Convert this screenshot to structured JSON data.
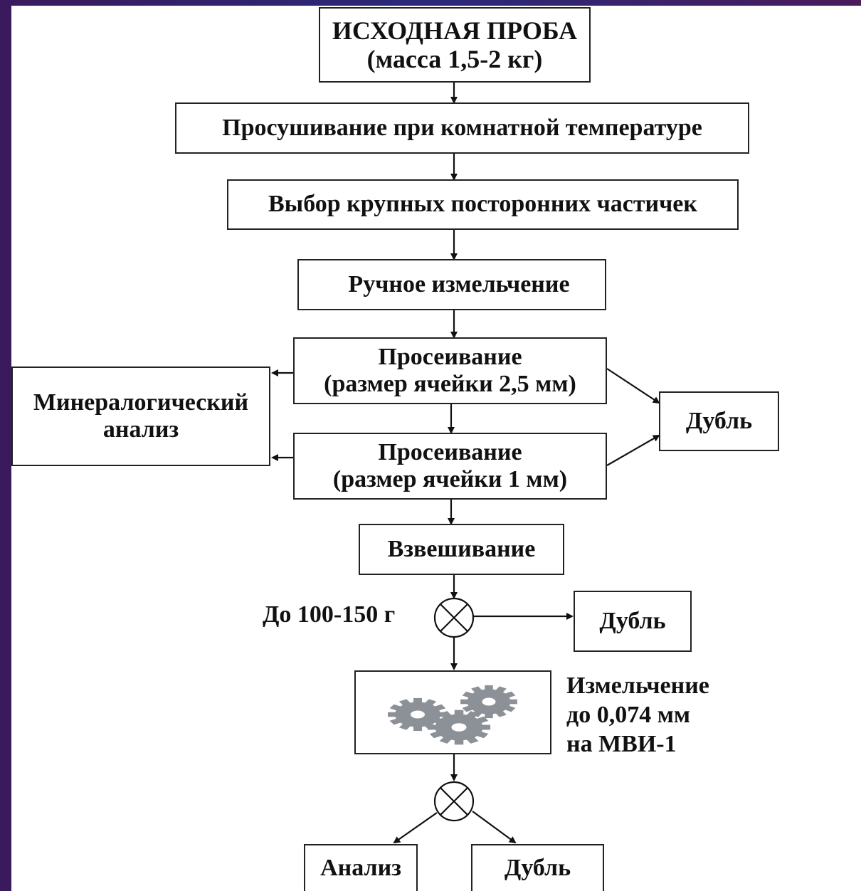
{
  "boxes": {
    "initial_sample": {
      "line1": "ИСХОДНАЯ ПРОБА",
      "line2": "(масса 1,5-2 кг)"
    },
    "drying": "Просушивание при комнатной температуре",
    "selection": "Выбор крупных посторонних частичек",
    "manual_grinding": "Ручное измельчение",
    "sieving_1": {
      "line1": "Просеивание",
      "line2": "(размер ячейки 2,5 мм)"
    },
    "sieving_2": {
      "line1": "Просеивание",
      "line2": "(размер ячейки 1 мм)"
    },
    "mineralogical": {
      "line1": "Минералогический",
      "line2": "анализ"
    },
    "duplicate_right": "Дубль",
    "weighing": "Взвешивание",
    "duplicate_mid": "Дубль",
    "analysis": "Анализ",
    "duplicate_bottom": "Дубль"
  },
  "labels": {
    "split_amount": "До 100-150 г",
    "grinding_line1": "Измельчение",
    "grinding_line2": "до 0,074 мм",
    "grinding_line3": "на МВИ-1"
  },
  "colors": {
    "background_left": "#3a1a5c",
    "background_right": "#4a1a5a",
    "gear": "#8c9097"
  }
}
